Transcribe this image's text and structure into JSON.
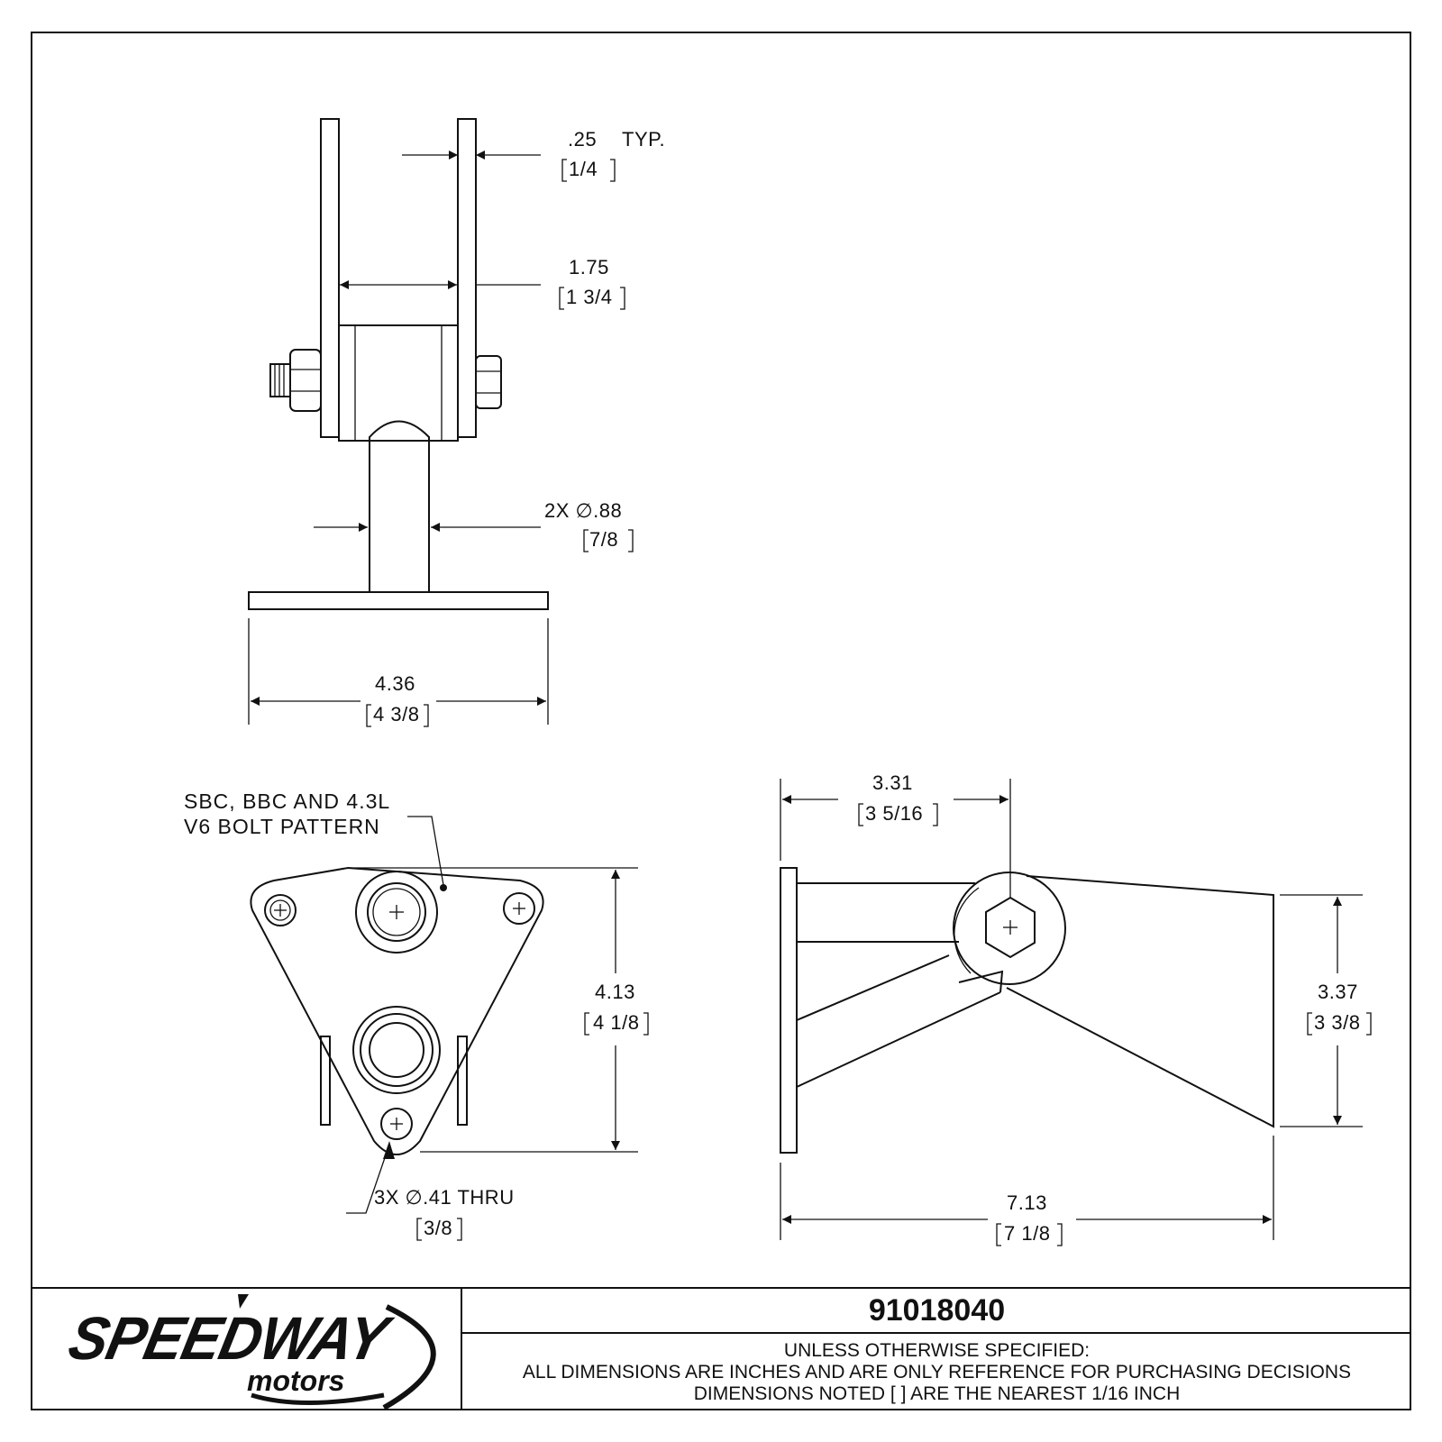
{
  "drawing": {
    "front_view": {
      "plate_thickness": {
        "value": ".25",
        "suffix": "TYP.",
        "fraction": "1/4"
      },
      "plate_spacing": {
        "value": "1.75",
        "fraction": "1 3/4"
      },
      "tube_diameter": {
        "value": "2X ∅.88",
        "fraction": "7/8"
      },
      "base_width": {
        "value": "4.36",
        "fraction": "4 3/8"
      }
    },
    "bottom_view": {
      "pattern_note_line1": "SBC, BBC AND 4.3L",
      "pattern_note_line2": "V6 BOLT PATTERN",
      "height": {
        "value": "4.13",
        "fraction": "4 1/8"
      },
      "holes": {
        "value": "3X ∅.41 THRU",
        "fraction": "3/8"
      }
    },
    "side_view": {
      "pivot_offset": {
        "value": "3.31",
        "fraction": "3 5/16"
      },
      "plate_height": {
        "value": "3.37",
        "fraction": "3 3/8"
      },
      "overall_length": {
        "value": "7.13",
        "fraction": "7 1/8"
      }
    }
  },
  "title_block": {
    "logo_word": "SPEEDWAY",
    "logo_sub": "motors",
    "part_number": "91018040",
    "notes": [
      "UNLESS OTHERWISE SPECIFIED:",
      "ALL DIMENSIONS ARE INCHES AND ARE ONLY REFERENCE FOR PURCHASING DECISIONS",
      "DIMENSIONS NOTED [ ] ARE THE NEAREST 1/16 INCH"
    ]
  }
}
